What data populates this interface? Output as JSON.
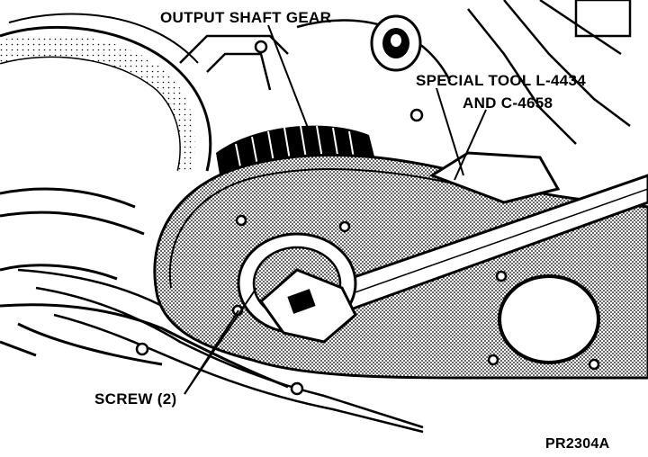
{
  "colors": {
    "ink": "#000000",
    "paper": "#ffffff",
    "stipple": "#555555"
  },
  "labels": {
    "output_shaft_gear": "OUTPUT SHAFT GEAR",
    "special_tool_line1": "SPECIAL TOOL L-4434",
    "special_tool_line2": "AND C-4658",
    "screw": "SCREW (2)",
    "figure_id": "PR2304A"
  }
}
